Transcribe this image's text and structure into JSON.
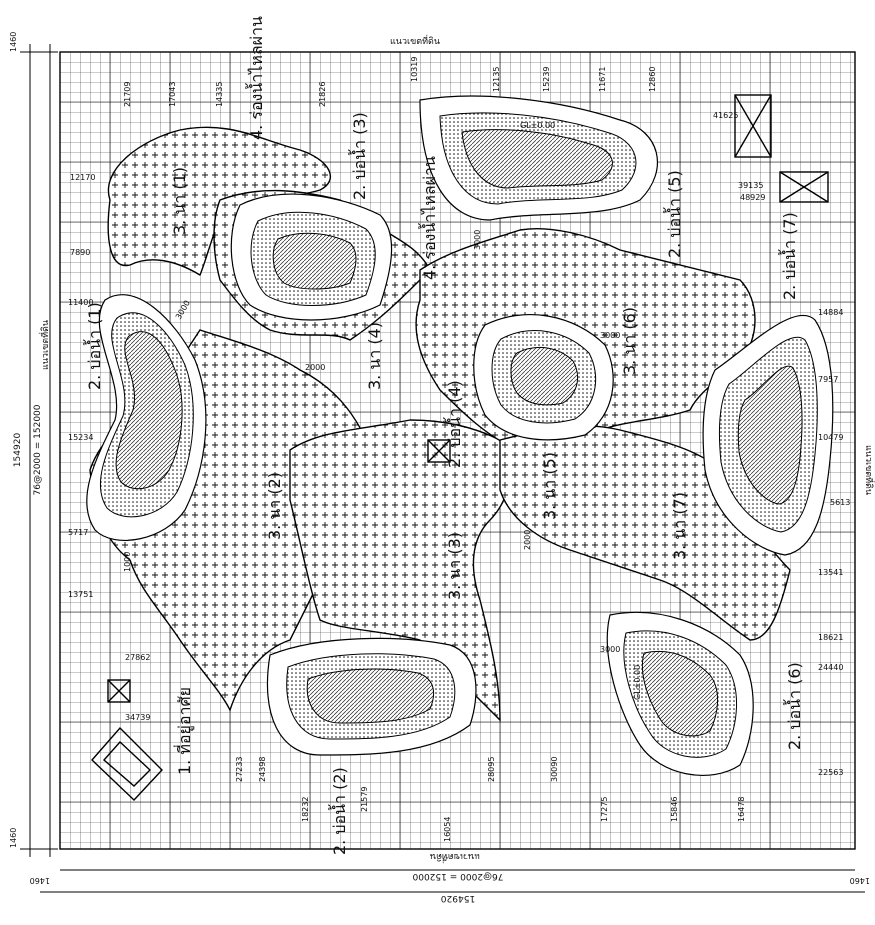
{
  "border": {
    "top": "แนวเขตที่ดิน",
    "bottom": "แนวเขตที่ดิน",
    "left": "แนวเขตที่ดิน",
    "right": "แนวเขตที่ดิน"
  },
  "dimensions": {
    "total": "154920",
    "grid": "76@2000 = 152000",
    "margin": "1460"
  },
  "labels": {
    "residence": "1. ที่อยู่อาศัย",
    "pond1": "2. บ่อน้ำ (1)",
    "pond2": "2. บ่อน้ำ (2)",
    "pond3": "2. บ่อน้ำ (3)",
    "pond4": "2. บ่อน้ำ (4)",
    "pond5": "2. บ่อน้ำ (5)",
    "pond6": "2. บ่อน้ำ (6)",
    "pond7": "2. บ่อน้ำ (7)",
    "field1": "3. นา (1)",
    "field2": "3. นา (2)",
    "field3": "3. นา (3)",
    "field4": "3. นา (4)",
    "field5": "3. นา (5)",
    "field6": "3. นา (6)",
    "field7": "3. นา (7)",
    "ditch_top": "4. ร่องน้ำไหลผ่าน",
    "ditch_mid": "4. ร่องน้ำไหลผ่าน"
  },
  "left_dims": [
    "12170",
    "7890",
    "11400",
    "15234",
    "5717",
    "13751",
    "27862",
    "34739"
  ],
  "right_dims": [
    "41625",
    "39135",
    "48929",
    "14884",
    "7957",
    "10479",
    "5613",
    "13541",
    "18621",
    "24440",
    "22563"
  ],
  "top_dims": [
    "21709",
    "17043",
    "14335",
    "21826",
    "10319",
    "12135",
    "15239",
    "11671",
    "12860"
  ],
  "bottom_dims": [
    "27233",
    "24398",
    "18232",
    "21579",
    "16054",
    "28095",
    "30090",
    "17275",
    "15846",
    "16478"
  ],
  "contour_labels": [
    "3000",
    "1000",
    "2000",
    "GL±0.00"
  ]
}
